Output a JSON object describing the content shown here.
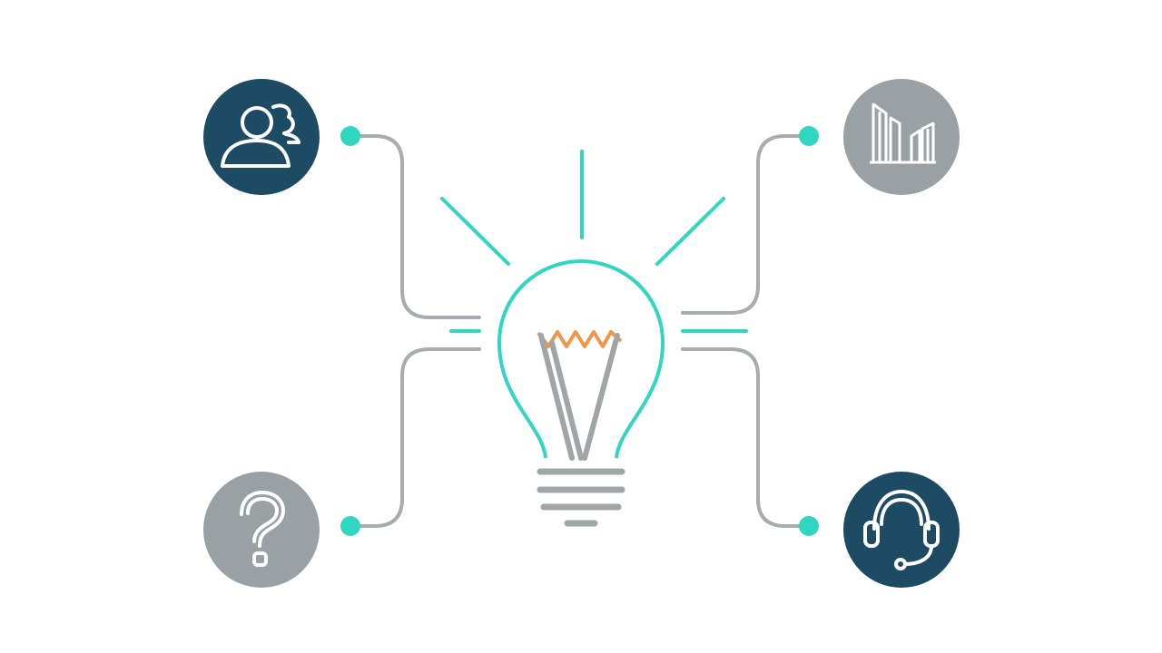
{
  "diagram": {
    "center": {
      "icon": "lightbulb-icon"
    },
    "nodes": [
      {
        "id": "top-left",
        "icon": "people-icon",
        "fill": "#1d4b63"
      },
      {
        "id": "top-right",
        "icon": "bar-chart-icon",
        "fill": "#9aa1a5"
      },
      {
        "id": "bottom-left",
        "icon": "question-mark-icon",
        "fill": "#9aa1a5"
      },
      {
        "id": "bottom-right",
        "icon": "headset-icon",
        "fill": "#1d4b63"
      }
    ]
  },
  "colors": {
    "teal_accent": "#2fd6c0",
    "connector_gray": "#a8acae",
    "filament_orange": "#f0954a",
    "dark_navy": "#1d4b63",
    "light_gray": "#9aa1a5",
    "icon_stroke": "#ffffff"
  }
}
